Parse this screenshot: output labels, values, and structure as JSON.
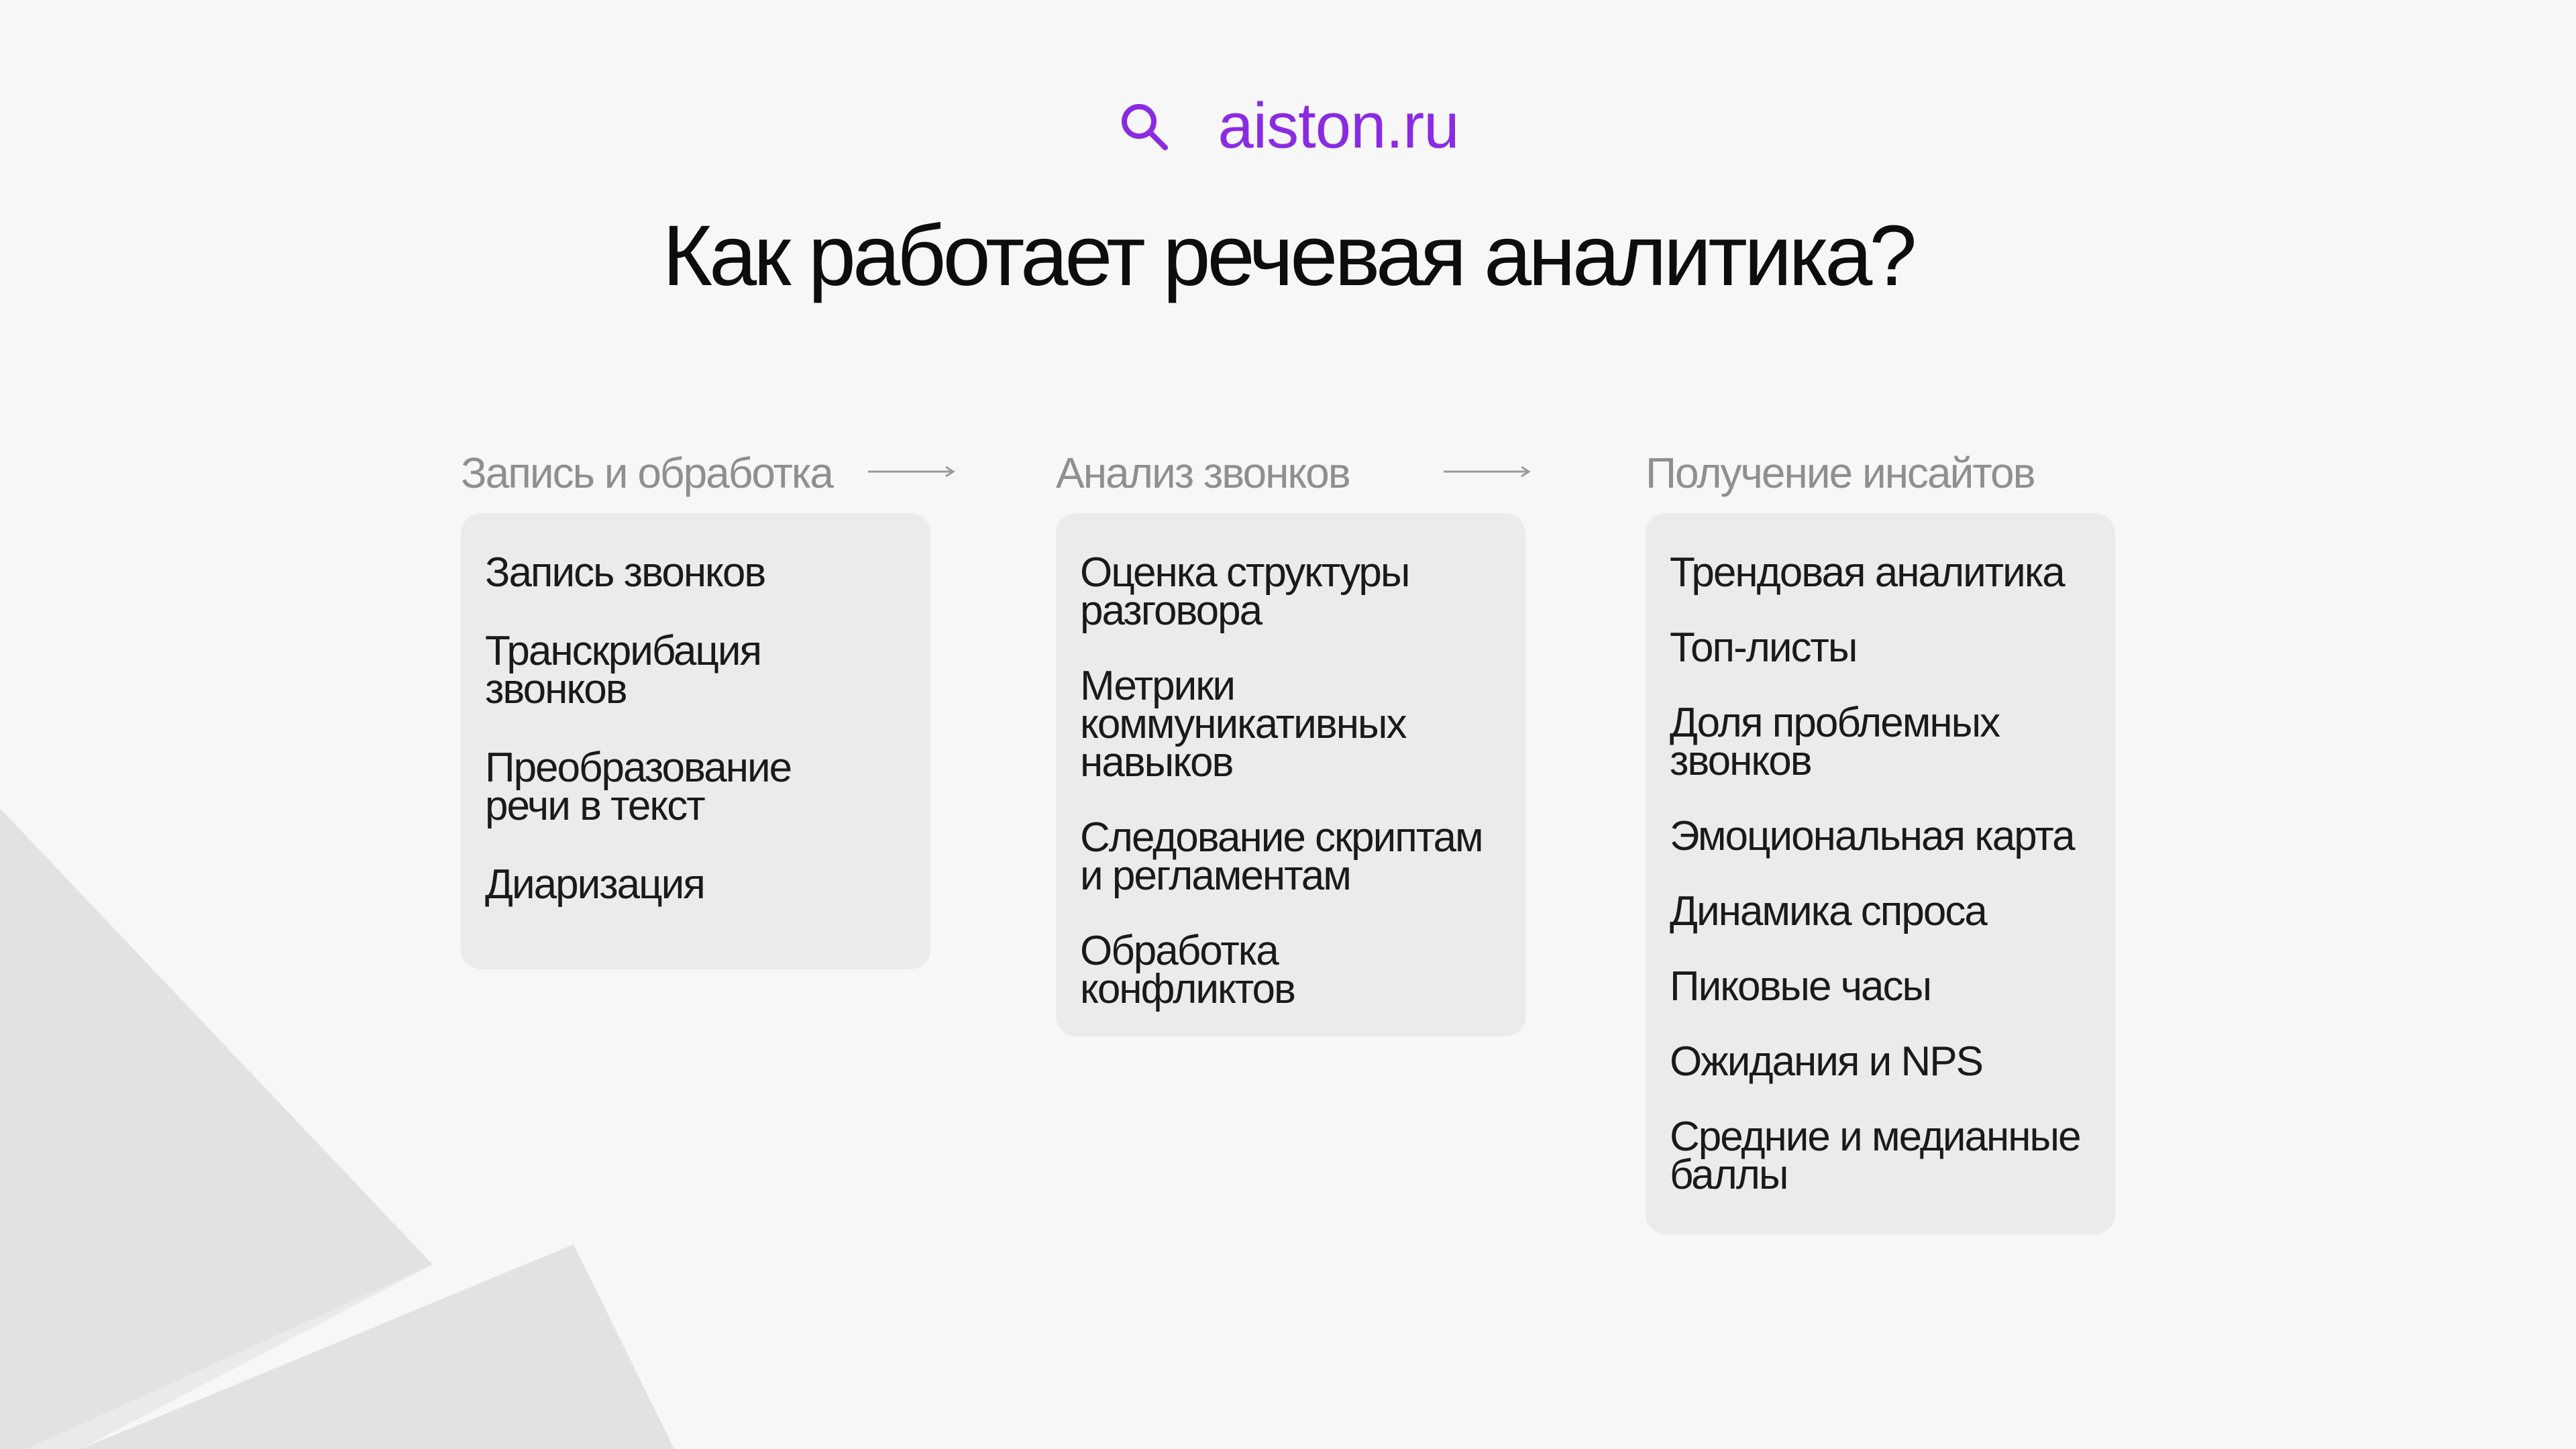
{
  "brand": {
    "icon": "search-icon",
    "text": "aiston.ru",
    "color": "#8a2be2"
  },
  "title": "Как работает речевая аналитика?",
  "columns": [
    {
      "heading": "Запись и обработка",
      "arrow": "arrow-right-icon",
      "items": [
        "Запись звонков",
        "Транскрибация звонков",
        "Преобразование речи в текст",
        "Диаризация"
      ]
    },
    {
      "heading": "Анализ звонков",
      "arrow": "arrow-right-icon",
      "items": [
        "Оценка структуры разговора",
        "Метрики коммуникативных навыков",
        "Следование скриптам и регламентам",
        "Обработка конфликтов"
      ]
    },
    {
      "heading": "Получение инсайтов",
      "items": [
        "Трендовая аналитика",
        "Топ-листы",
        "Доля проблемных звонков",
        "Эмоциональная карта",
        "Динамика спроса",
        "Пиковые часы",
        "Ожидания и NPS",
        "Средние и медианные баллы"
      ]
    }
  ],
  "colors": {
    "background": "#f7f7f7",
    "card": "#ebebeb",
    "heading": "#8f8f8f",
    "accent": "#8a2be2"
  }
}
